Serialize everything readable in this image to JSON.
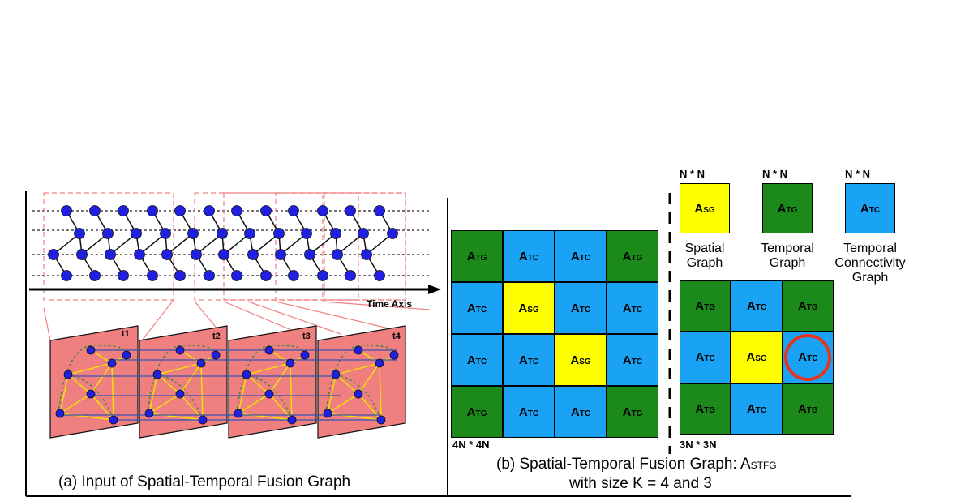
{
  "panel_a": {
    "caption": "(a) Input of Spatial-Temporal Fusion Graph",
    "time_axis": "Time Axis",
    "frames": [
      "t1",
      "t2",
      "t3",
      "t4"
    ]
  },
  "panel_b": {
    "caption_line1": "(b) Spatial-Temporal Fusion Graph: A",
    "caption_sub": "STFG",
    "caption_line2": "with size K = 4 and 3",
    "matrix4_label": "4N * 4N",
    "matrix3_label": "3N * 3N",
    "legend": [
      {
        "size": "N * N",
        "main": "A",
        "sub": "SG",
        "desc": [
          "Spatial",
          "Graph"
        ],
        "color": "#ffff00"
      },
      {
        "size": "N * N",
        "main": "A",
        "sub": "TG",
        "desc": [
          "Temporal",
          "Graph"
        ],
        "color": "#1b8a1b"
      },
      {
        "size": "N * N",
        "main": "A",
        "sub": "TC",
        "desc": [
          "Temporal",
          "Connectivity",
          "Graph"
        ],
        "color": "#1aa3f5"
      }
    ],
    "matrix4": [
      [
        "TG",
        "TC",
        "TC",
        "TG"
      ],
      [
        "TC",
        "SG",
        "TC",
        "TC"
      ],
      [
        "TC",
        "TC",
        "SG",
        "TC"
      ],
      [
        "TG",
        "TC",
        "TC",
        "TG"
      ]
    ],
    "matrix3": [
      [
        "TG",
        "TC",
        "TG"
      ],
      [
        "TC",
        "SG",
        "TC"
      ],
      [
        "TG",
        "TC",
        "TG"
      ]
    ],
    "highlight_label": "A",
    "colors": {
      "SG": "#ffff00",
      "TG": "#1b8a1b",
      "TC": "#1aa3f5",
      "highlight": "#e8331f",
      "node": "#2020e0",
      "frame": "#f08080"
    }
  }
}
